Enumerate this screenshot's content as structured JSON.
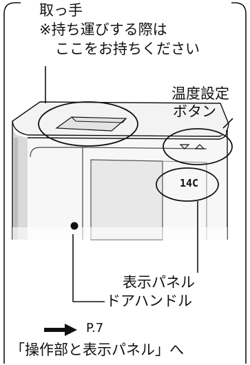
{
  "labels": {
    "handle_title": "取っ手",
    "handle_note_1": "※持ち運びする際は",
    "handle_note_2": "ここをお持ちください",
    "temp_button_1": "温度設定",
    "temp_button_2": "ボタン",
    "display_readout": "14C",
    "display_panel": "表示パネル",
    "door_handle": "ドアハンドル",
    "reference_page": "P.7",
    "reference_section": "「操作部と表示パネル」へ"
  },
  "colors": {
    "line": "#111111",
    "fridge_body": "#f2f2f2",
    "fridge_shade": "#c9c9c9",
    "fridge_dark": "#5a5a5a"
  },
  "icons": {
    "arrow": "right-arrow-icon"
  }
}
